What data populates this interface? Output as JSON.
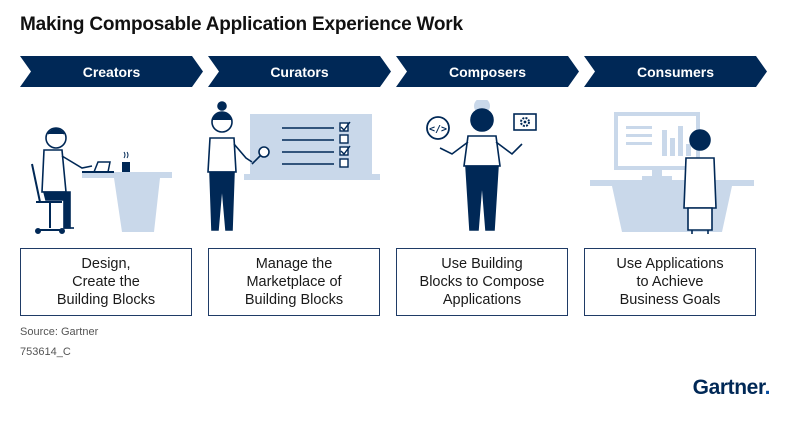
{
  "title": "Making Composable Application Experience Work",
  "stages": [
    {
      "label": "Creators",
      "description": "Design,\nCreate the\nBuilding Blocks"
    },
    {
      "label": "Curators",
      "description": "Manage the\nMarketplace of\nBuilding Blocks"
    },
    {
      "label": "Composers",
      "description": "Use Building\nBlocks to Compose\nApplications"
    },
    {
      "label": "Consumers",
      "description": "Use Applications\nto Achieve\nBusiness Goals"
    }
  ],
  "source": "Source: Gartner",
  "doc_id": "753614_C",
  "brand": "Gartner",
  "brand_mark": ".",
  "colors": {
    "navy": "#002856",
    "light_blue": "#c9d8ea",
    "outline": "#1f3b66"
  }
}
